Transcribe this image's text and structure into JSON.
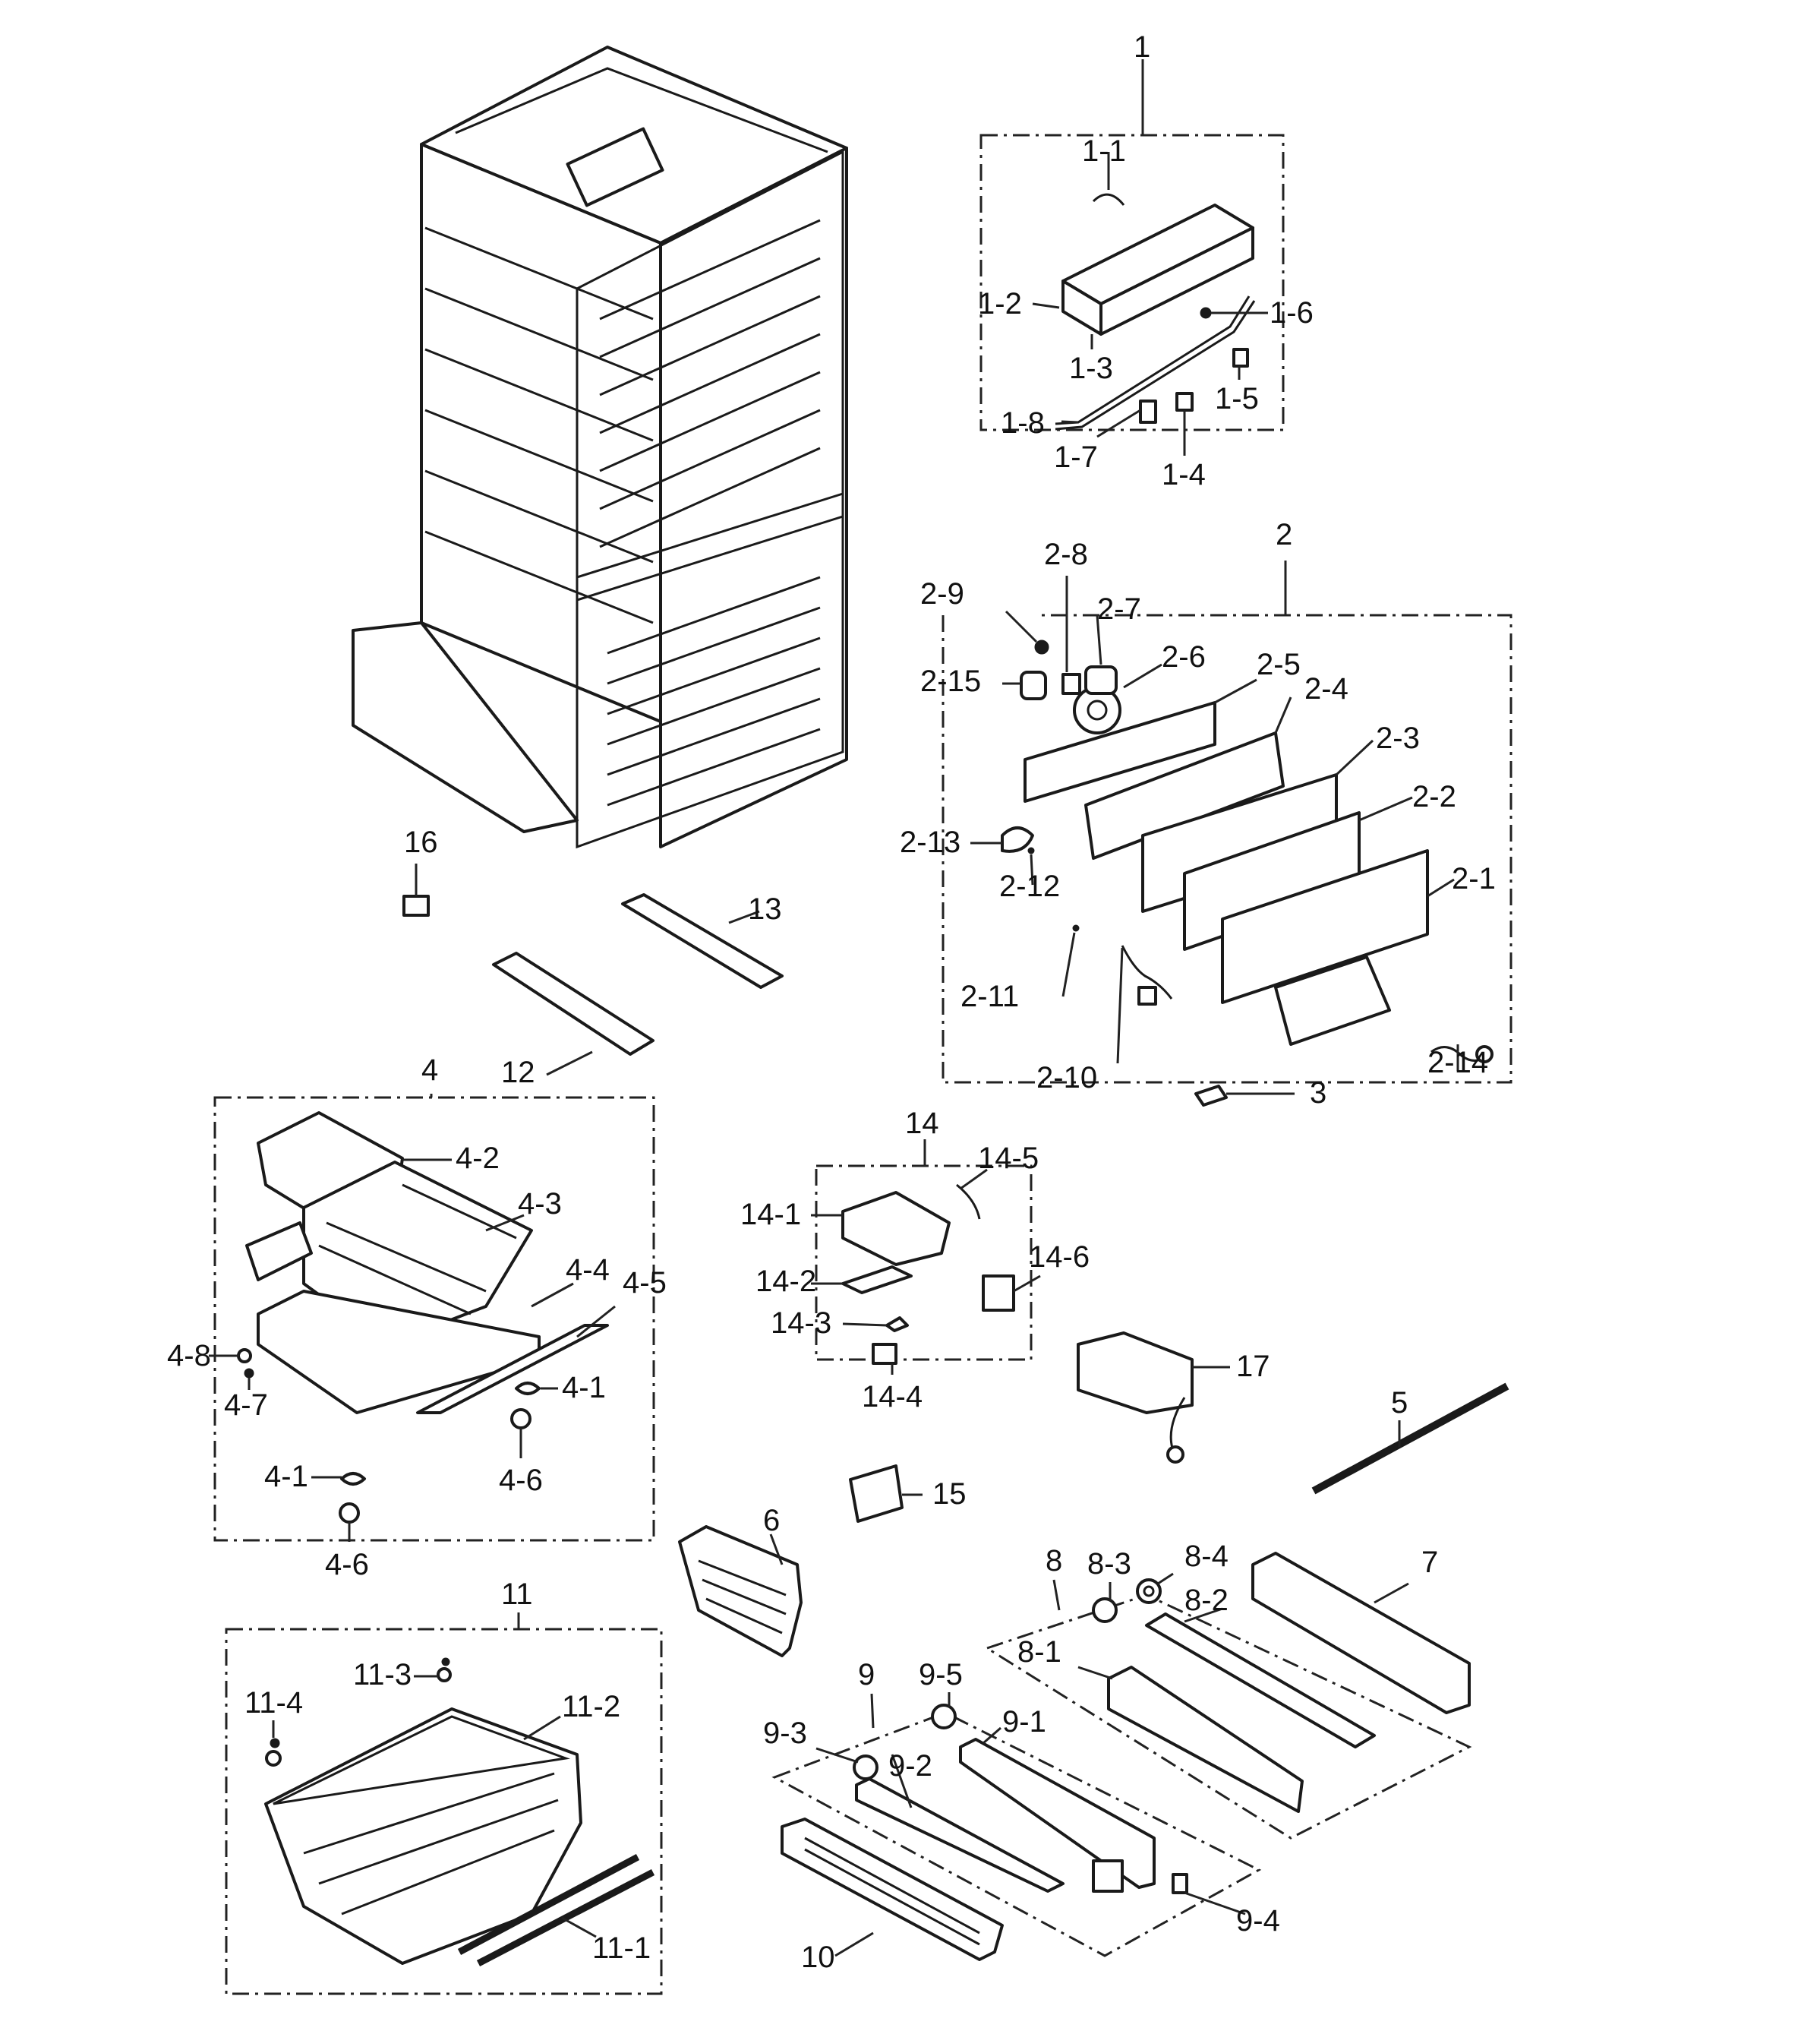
{
  "labels": {
    "l1": "1",
    "l1_1": "1-1",
    "l1_2": "1-2",
    "l1_3": "1-3",
    "l1_4": "1-4",
    "l1_5": "1-5",
    "l1_6": "1-6",
    "l1_7": "1-7",
    "l1_8": "1-8",
    "l2": "2",
    "l2_1": "2-1",
    "l2_2": "2-2",
    "l2_3": "2-3",
    "l2_4": "2-4",
    "l2_5": "2-5",
    "l2_6": "2-6",
    "l2_7": "2-7",
    "l2_8": "2-8",
    "l2_9": "2-9",
    "l2_10": "2-10",
    "l2_11": "2-11",
    "l2_12": "2-12",
    "l2_13": "2-13",
    "l2_14": "2-14",
    "l2_15": "2-15",
    "l3": "3",
    "l4": "4",
    "l4_1a": "4-1",
    "l4_1b": "4-1",
    "l4_2": "4-2",
    "l4_3": "4-3",
    "l4_4": "4-4",
    "l4_5": "4-5",
    "l4_6a": "4-6",
    "l4_6b": "4-6",
    "l4_7": "4-7",
    "l4_8": "4-8",
    "l5": "5",
    "l6": "6",
    "l7": "7",
    "l8": "8",
    "l8_1": "8-1",
    "l8_2": "8-2",
    "l8_3": "8-3",
    "l8_4": "8-4",
    "l9": "9",
    "l9_1": "9-1",
    "l9_2": "9-2",
    "l9_3": "9-3",
    "l9_4": "9-4",
    "l9_5": "9-5",
    "l10": "10",
    "l11": "11",
    "l11_1": "11-1",
    "l11_2": "11-2",
    "l11_3": "11-3",
    "l11_4": "11-4",
    "l12": "12",
    "l13": "13",
    "l14": "14",
    "l14_1": "14-1",
    "l14_2": "14-2",
    "l14_3": "14-3",
    "l14_4": "14-4",
    "l14_5": "14-5",
    "l14_6": "14-6",
    "l15": "15",
    "l16": "16",
    "l17": "17"
  }
}
